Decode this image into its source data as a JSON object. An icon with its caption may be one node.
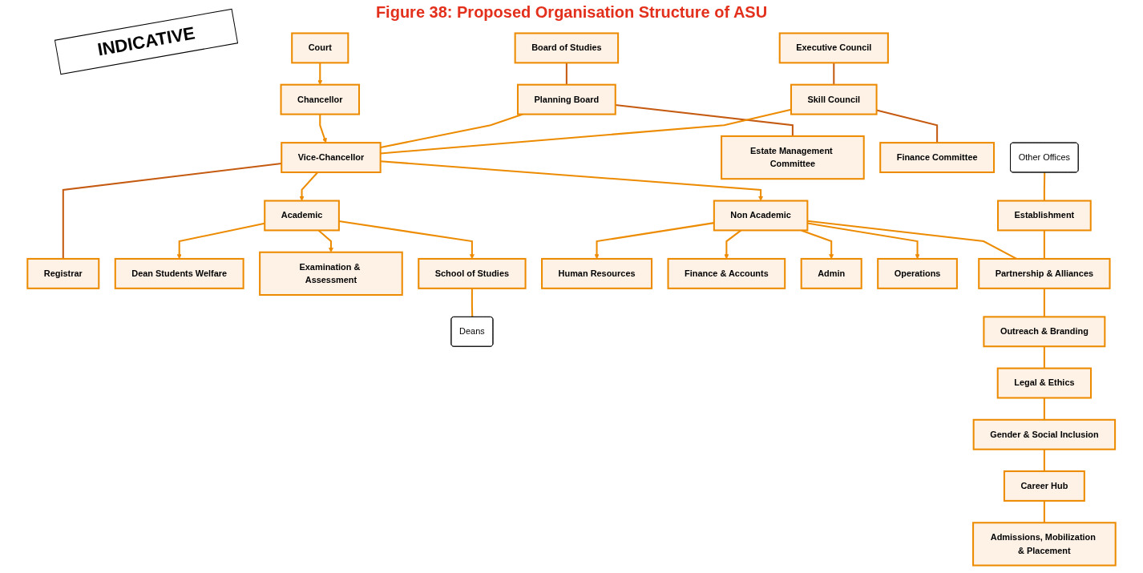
{
  "diagram": {
    "title": "Figure 38: Proposed Organisation Structure of ASU",
    "nodes": [
      {
        "text": [
          "Court"
        ]
      },
      {
        "text": [
          "Chancellor"
        ]
      },
      {
        "text": [
          "Vice-Chancellor"
        ]
      },
      {
        "text": [
          "Board of Studies"
        ]
      },
      {
        "text": [
          "Planning Board"
        ]
      },
      {
        "text": [
          "Estate Management Committee"
        ]
      },
      {
        "text": [
          "Executive Council"
        ]
      },
      {
        "text": [
          "Skill Council"
        ]
      },
      {
        "text": [
          "Finance Committee"
        ]
      },
      {
        "text": [
          "Registrar"
        ]
      },
      {
        "text": [
          "Academic"
        ]
      },
      {
        "text": [
          "Non Academic"
        ]
      },
      {
        "text": [
          "Dean Students Welfare"
        ]
      },
      {
        "text": [
          "Examination & Assessment"
        ]
      },
      {
        "text": [
          "School of Studies"
        ]
      },
      {
        "text": [
          "Deans"
        ]
      },
      {
        "text": [
          "Human Resources"
        ]
      },
      {
        "text": [
          "Finance & Accounts"
        ]
      },
      {
        "text": [
          "Admin"
        ]
      },
      {
        "text": [
          "Operations"
        ]
      },
      {
        "text": [
          "Other Offices"
        ]
      },
      {
        "text": [
          "Establishment"
        ]
      },
      {
        "text": [
          "Partnership & Alliances"
        ]
      },
      {
        "text": [
          "Outreach & Branding"
        ]
      },
      {
        "text": [
          "Legal & Ethics"
        ]
      },
      {
        "text": [
          "Gender & Social Inclusion"
        ]
      },
      {
        "text": [
          "Career Hub"
        ]
      },
      {
        "text": [
          "Admissions, Mobilization & Placement"
        ]
      }
    ],
    "edges": [
      {
        "from": 0,
        "to": 1,
        "arrow": "to"
      },
      {
        "from": 1,
        "to": 2,
        "arrow": "to"
      },
      {
        "from": 3,
        "to": 4,
        "arrow": "none",
        "color": "#c55a11"
      },
      {
        "from": 4,
        "to": 5,
        "arrow": "none",
        "color": "#c55a11"
      },
      {
        "from": 4,
        "to": 2,
        "arrow": "none"
      },
      {
        "from": 6,
        "to": 7,
        "arrow": "none",
        "color": "#c55a11"
      },
      {
        "from": 7,
        "to": 8,
        "arrow": "none",
        "color": "#c55a11"
      },
      {
        "from": 7,
        "to": 2,
        "arrow": "none"
      },
      {
        "from": 2,
        "to": 9,
        "arrow": "none",
        "color": "#c55a11"
      },
      {
        "from": 2,
        "to": 10,
        "arrow": "to"
      },
      {
        "from": 2,
        "to": 11,
        "arrow": "to"
      },
      {
        "from": 10,
        "to": 12,
        "arrow": "to"
      },
      {
        "from": 10,
        "to": 13,
        "arrow": "to"
      },
      {
        "from": 10,
        "to": 14,
        "arrow": "to"
      },
      {
        "from": 14,
        "to": 15,
        "arrow": "none"
      },
      {
        "from": 11,
        "to": 16,
        "arrow": "to"
      },
      {
        "from": 11,
        "to": 17,
        "arrow": "to"
      },
      {
        "from": 11,
        "to": 18,
        "arrow": "to"
      },
      {
        "from": 11,
        "to": 19,
        "arrow": "to"
      },
      {
        "from": 11,
        "to": 22,
        "arrow": "none"
      },
      {
        "from": 20,
        "to": 21,
        "arrow": "none"
      },
      {
        "from": 21,
        "to": 22,
        "arrow": "none"
      },
      {
        "from": 22,
        "to": 23,
        "arrow": "none"
      },
      {
        "from": 23,
        "to": 24,
        "arrow": "none"
      },
      {
        "from": 24,
        "to": 25,
        "arrow": "none"
      },
      {
        "from": 25,
        "to": 26,
        "arrow": "none"
      },
      {
        "from": 26,
        "to": 27,
        "arrow": "none"
      }
    ],
    "labels": [
      "INDICATIVE"
    ]
  }
}
